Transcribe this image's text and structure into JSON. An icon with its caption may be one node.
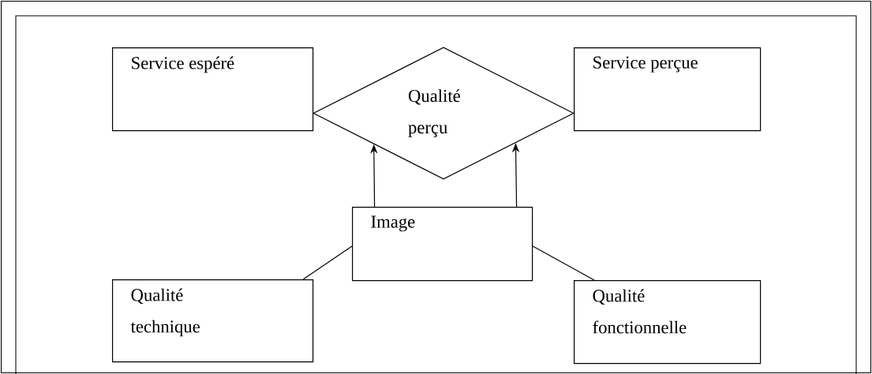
{
  "diagram": {
    "nodes": [
      {
        "text": [
          "Service espéré"
        ]
      },
      {
        "text": [
          "Qualité perçu"
        ]
      },
      {
        "text": [
          "Service perçue"
        ]
      },
      {
        "text": [
          "Image"
        ]
      },
      {
        "text": [
          "Qualité technique"
        ]
      },
      {
        "text": [
          "Qualité fonctionnelle"
        ]
      }
    ],
    "edges": [
      {
        "from": 3,
        "to": 1,
        "arrow": "to"
      },
      {
        "from": 3,
        "to": 1,
        "arrow": "to"
      },
      {
        "from": 4,
        "to": 3,
        "arrow": "none"
      },
      {
        "from": 5,
        "to": 3,
        "arrow": "none"
      }
    ]
  }
}
